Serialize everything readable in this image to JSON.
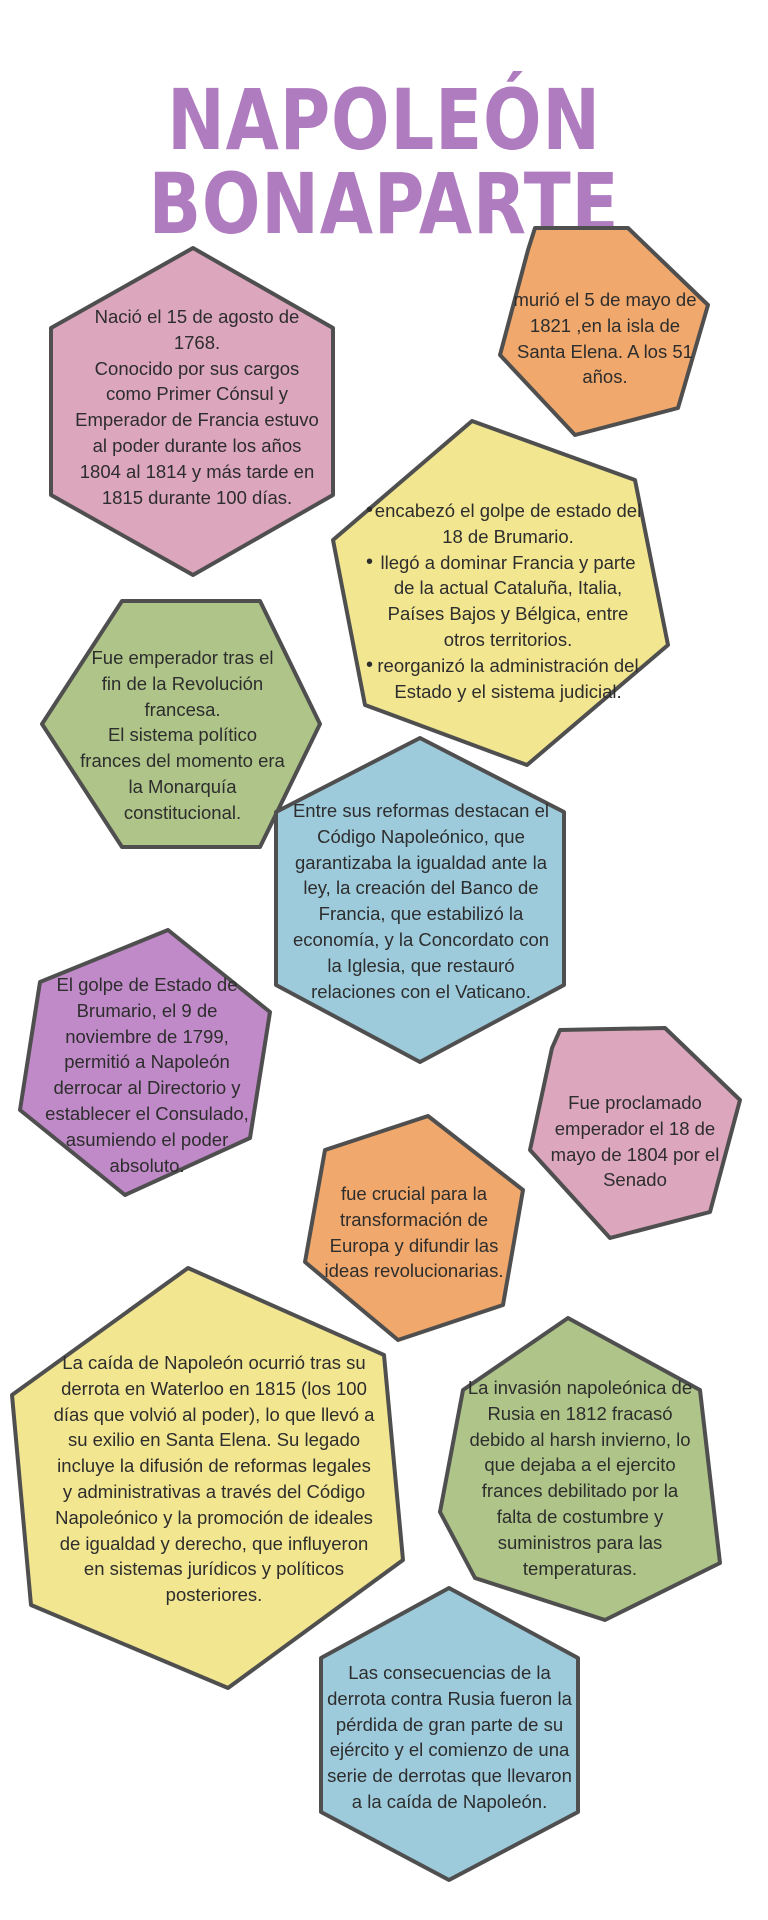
{
  "title": "NAPOLEÓN BONAPARTE",
  "colors": {
    "title": "#b07cc0",
    "pink": "#dca6bc",
    "orange": "#f0a86c",
    "yellow": "#f2e690",
    "green": "#aec488",
    "blue": "#9ecbdc",
    "purple": "#c08ac8",
    "outline": "#4f4f4f"
  },
  "cards": {
    "birth": "Nació el 15 de agosto de 1768.\nConocido por sus cargos como Primer Cónsul y Emperador de Francia estuvo al poder durante los años 1804 al 1814 y más tarde en 1815 durante 100 días.",
    "death": "murió el 5 de mayo de 1821 ,en la isla de Santa Elena. A los 51 años.",
    "achievements": [
      "encabezó el golpe de estado del 18 de Brumario.",
      "llegó a dominar Francia y parte de la actual Cataluña, Italia, Países Bajos y Bélgica, entre otros territorios.",
      "reorganizó la administración del Estado y el sistema judicial."
    ],
    "emperor_after_revolution": "Fue emperador tras el fin de la Revolución francesa.\nEl sistema político frances del momento era la Monarquía constitucional.",
    "reforms": "Entre sus reformas destacan el Código Napoleónico, que garantizaba la igualdad ante la ley, la creación del Banco de Francia, que estabilizó la economía, y la Concordato con la Iglesia, que restauró relaciones con el Vaticano.",
    "brumario": "El golpe de Estado de Brumario, el 9 de noviembre de 1799, permitió a Napoleón derrocar al Directorio y establecer el Consulado, asumiendo el poder absoluto.",
    "proclaimed": "Fue proclamado emperador el 18 de mayo de 1804 por el Senado",
    "crucial": "fue crucial para la transformación de Europa y difundir las ideas revolucionarias.",
    "fall": "La caída de Napoleón ocurrió tras su derrota en Waterloo en 1815 (los 100 días que volvió al poder), lo que llevó a su exilio en Santa Elena. Su legado incluye la difusión de reformas legales y administrativas a través del Código Napoleónico y la promoción de ideales de igualdad y derecho, que influyeron en sistemas jurídicos y políticos posteriores.",
    "russia_invasion": "La invasión napoleónica de Rusia en 1812 fracasó debido al harsh invierno, lo que dejaba a el ejercito frances debilitado por la falta de costumbre y suministros para las temperaturas.",
    "russia_consequences": "Las consecuencias de la derrota contra Rusia fueron la pérdida de gran parte de su ejército y el comienzo de una serie de derrotas que llevaron a la caída de Napoleón."
  }
}
